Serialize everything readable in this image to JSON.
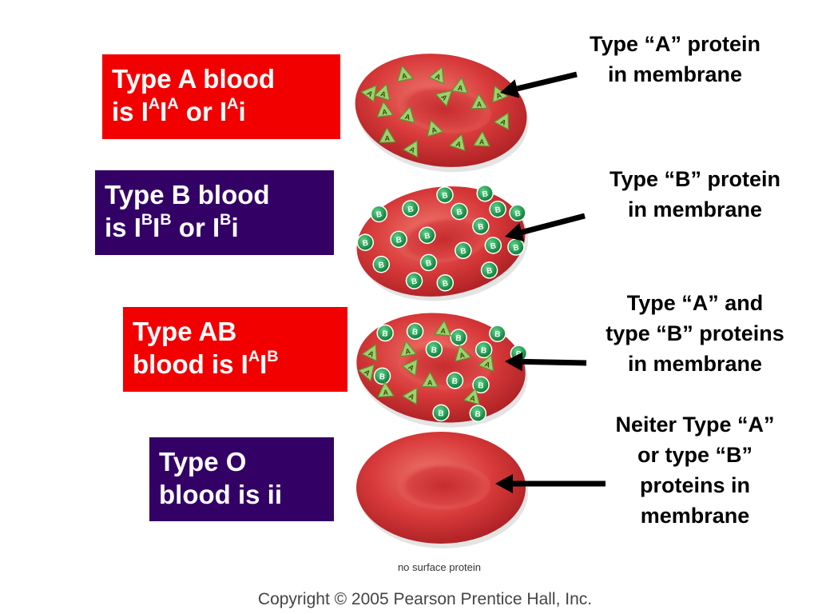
{
  "colors": {
    "red_box": "#f20000",
    "purple_box": "#330066",
    "cell_red": "#d83a3a",
    "protein_a": "#8fc35a",
    "protein_b": "#13a24b"
  },
  "boxes": {
    "type_a": {
      "line1": "Type A blood",
      "is": "is  I",
      "sup1": "A",
      "i2": "I",
      "sup2": "A",
      "or": " or I",
      "sup3": "A",
      "tail": "i"
    },
    "type_b": {
      "line1": "Type B blood",
      "is": "is  I",
      "sup1": "B",
      "i2": "I",
      "sup2": "B",
      "or": " or I",
      "sup3": "B",
      "tail": "i"
    },
    "type_ab": {
      "line1": "Type AB",
      "blood": "blood is I",
      "sup1": "A",
      "i2": "I",
      "sup2": "B"
    },
    "type_o": {
      "line1": "Type O",
      "line2": "blood is ii"
    }
  },
  "callouts": {
    "a": [
      "Type “A” protein",
      "in membrane"
    ],
    "b": [
      "Type “B” protein",
      "in membrane"
    ],
    "ab": [
      "Type “A” and",
      "type “B” proteins",
      "in membrane"
    ],
    "o": [
      "Neiter Type “A”",
      "or type “B”",
      "proteins in",
      "membrane"
    ]
  },
  "protein_letters": {
    "a": "A",
    "b": "B"
  },
  "no_surface_caption": "no surface protein",
  "copyright": "Copyright © 2005 Pearson Prentice Hall, Inc."
}
